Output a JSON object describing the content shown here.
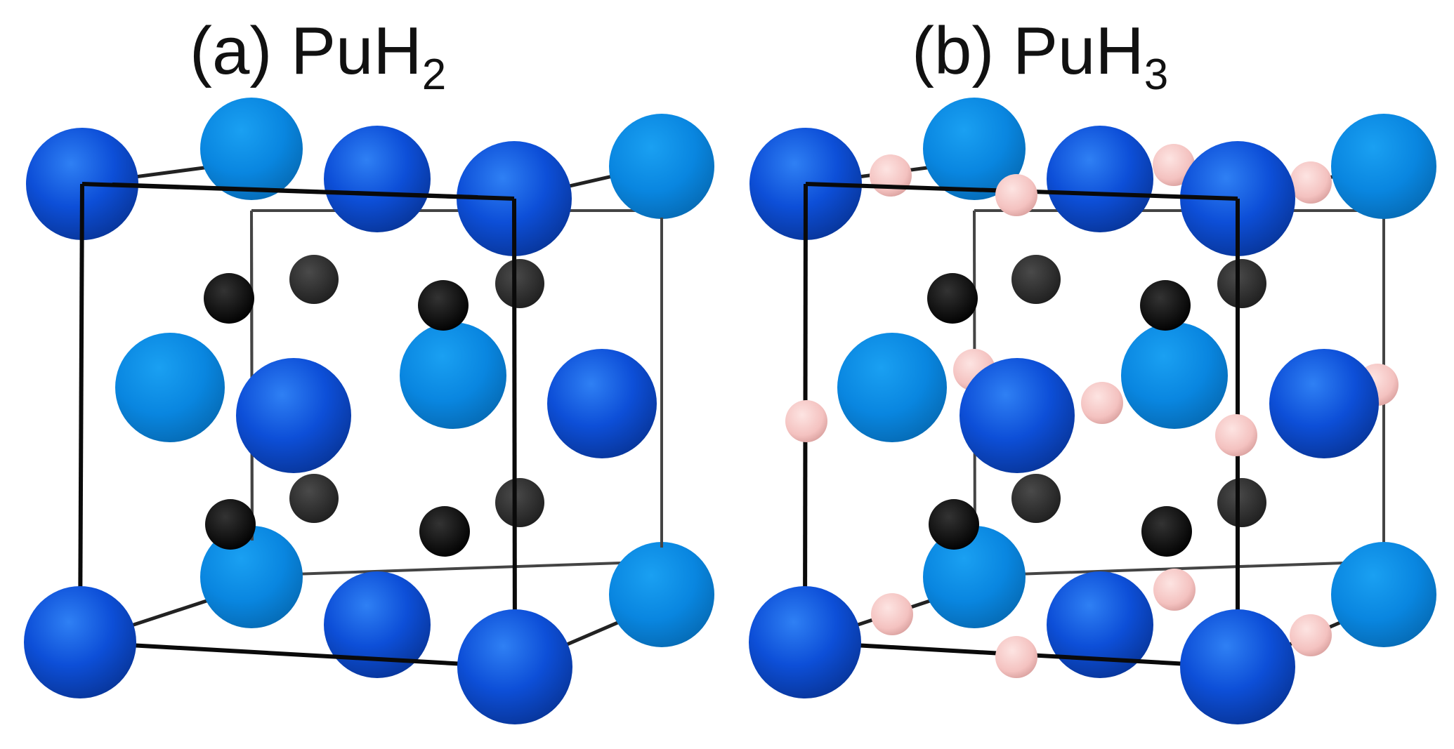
{
  "panels": [
    {
      "label": "(a)",
      "formula_base": "PuH",
      "formula_subscript": "2"
    },
    {
      "label": "(b)",
      "formula_base": "PuH",
      "formula_subscript": "3"
    }
  ],
  "colors": {
    "plutonium_front": "#0c4fd6",
    "plutonium_back": "#0a86e0",
    "tetrahedral_hydrogen": "#0a0a0a",
    "octahedral_hydrogen": "#f6c6c4",
    "cell_edges": "#111111"
  }
}
